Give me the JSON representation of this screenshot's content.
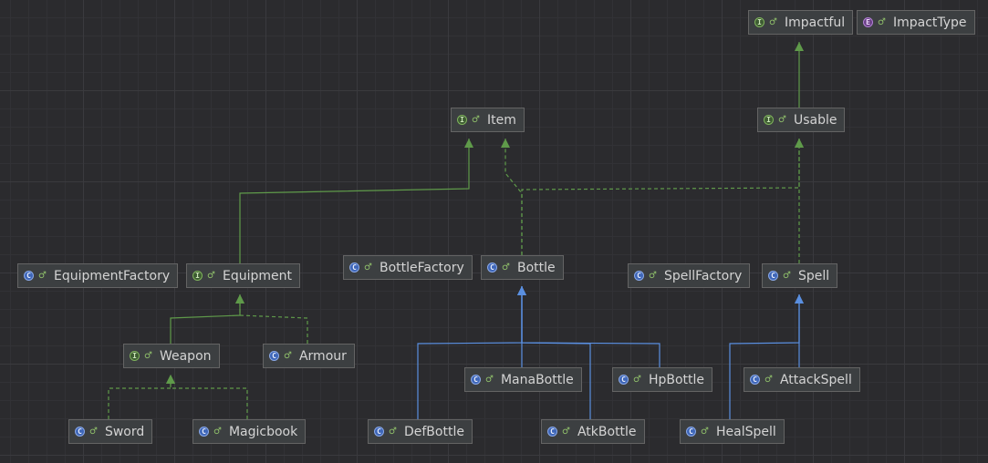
{
  "diagram_data": {
    "nodes": [
      {
        "id": "impactful",
        "label": "Impactful",
        "kind": "interface",
        "kind_glyph": "I"
      },
      {
        "id": "impacttype",
        "label": "ImpactType",
        "kind": "enum",
        "kind_glyph": "E"
      },
      {
        "id": "item",
        "label": "Item",
        "kind": "interface",
        "kind_glyph": "I"
      },
      {
        "id": "usable",
        "label": "Usable",
        "kind": "interface",
        "kind_glyph": "I"
      },
      {
        "id": "equipmentfactory",
        "label": "EquipmentFactory",
        "kind": "class",
        "kind_glyph": "C"
      },
      {
        "id": "equipment",
        "label": "Equipment",
        "kind": "interface",
        "kind_glyph": "I"
      },
      {
        "id": "bottlefactory",
        "label": "BottleFactory",
        "kind": "class",
        "kind_glyph": "C"
      },
      {
        "id": "bottle",
        "label": "Bottle",
        "kind": "class",
        "kind_glyph": "C"
      },
      {
        "id": "spellfactory",
        "label": "SpellFactory",
        "kind": "class",
        "kind_glyph": "C"
      },
      {
        "id": "spell",
        "label": "Spell",
        "kind": "class",
        "kind_glyph": "C"
      },
      {
        "id": "weapon",
        "label": "Weapon",
        "kind": "interface",
        "kind_glyph": "I"
      },
      {
        "id": "armour",
        "label": "Armour",
        "kind": "class",
        "kind_glyph": "C"
      },
      {
        "id": "manabottle",
        "label": "ManaBottle",
        "kind": "class",
        "kind_glyph": "C"
      },
      {
        "id": "hpbottle",
        "label": "HpBottle",
        "kind": "class",
        "kind_glyph": "C"
      },
      {
        "id": "attackspell",
        "label": "AttackSpell",
        "kind": "class",
        "kind_glyph": "C"
      },
      {
        "id": "sword",
        "label": "Sword",
        "kind": "class",
        "kind_glyph": "C"
      },
      {
        "id": "magicbook",
        "label": "Magicbook",
        "kind": "class",
        "kind_glyph": "C"
      },
      {
        "id": "defbottle",
        "label": "DefBottle",
        "kind": "class",
        "kind_glyph": "C"
      },
      {
        "id": "atkbottle",
        "label": "AtkBottle",
        "kind": "class",
        "kind_glyph": "C"
      },
      {
        "id": "healspell",
        "label": "HealSpell",
        "kind": "class",
        "kind_glyph": "C"
      }
    ],
    "edges": [
      {
        "from": "usable",
        "to": "impactful",
        "type": "extends"
      },
      {
        "from": "equipment",
        "to": "item",
        "type": "extends"
      },
      {
        "from": "bottle",
        "to": "item",
        "type": "implements"
      },
      {
        "from": "bottle",
        "to": "usable",
        "type": "implements"
      },
      {
        "from": "spell",
        "to": "usable",
        "type": "implements"
      },
      {
        "from": "weapon",
        "to": "equipment",
        "type": "extends"
      },
      {
        "from": "armour",
        "to": "equipment",
        "type": "implements"
      },
      {
        "from": "sword",
        "to": "weapon",
        "type": "implements"
      },
      {
        "from": "magicbook",
        "to": "weapon",
        "type": "implements"
      },
      {
        "from": "defbottle",
        "to": "bottle",
        "type": "inherits"
      },
      {
        "from": "manabottle",
        "to": "bottle",
        "type": "inherits"
      },
      {
        "from": "atkbottle",
        "to": "bottle",
        "type": "inherits"
      },
      {
        "from": "hpbottle",
        "to": "bottle",
        "type": "inherits"
      },
      {
        "from": "healspell",
        "to": "spell",
        "type": "inherits"
      },
      {
        "from": "attackspell",
        "to": "spell",
        "type": "inherits"
      }
    ],
    "colors": {
      "extends": "#5f9a4a",
      "implements": "#5f9a4a",
      "inherits": "#5a8fe0"
    }
  }
}
